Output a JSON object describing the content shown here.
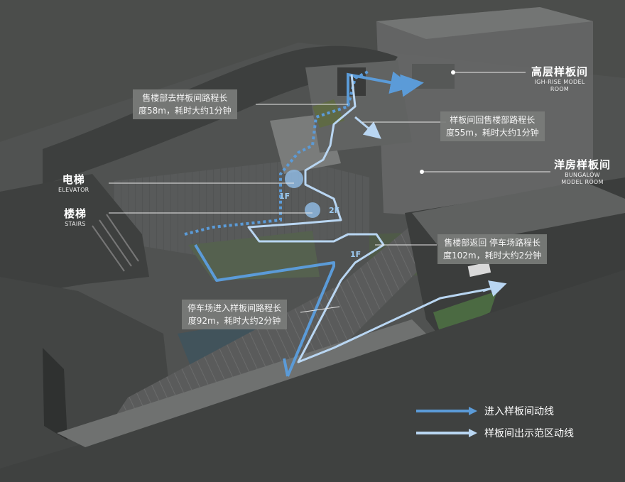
{
  "notes": {
    "sales_to_model": [
      "售楼部去样板间路程长",
      "度58m，耗时大约1分钟"
    ],
    "model_to_sales": [
      "样板间回售楼部路程长",
      "度55m，耗时大约1分钟"
    ],
    "sales_to_parking": [
      "售楼部返回 停车场路程长",
      "度102m，耗时大约2分钟"
    ],
    "parking_to_model": [
      "停车场进入样板间路程长",
      "度92m，耗时大约2分钟"
    ]
  },
  "labels": {
    "highrise": {
      "cn": "高层样板间",
      "en": [
        "IGH-RISE MODEL",
        "ROOM"
      ]
    },
    "bungalow": {
      "cn": "洋房样板间",
      "en": [
        "BUNGALOW",
        "MODEL ROOM"
      ]
    },
    "elevator": {
      "cn": "电梯",
      "en": "ELEVATOR"
    },
    "stairs": {
      "cn": "楼梯",
      "en": "STAIRS"
    }
  },
  "floors": {
    "f1_upper": "1F",
    "f2": "2F",
    "f1_lower": "1F"
  },
  "legend": {
    "enter_route": "进入样板间动线",
    "exit_route": "样板间出示范区动线"
  },
  "colors": {
    "enter_route": "#5b9bd8",
    "exit_route": "#b9d6f2",
    "background": "#4a4c4a",
    "note_box": "#7a7c7a"
  }
}
